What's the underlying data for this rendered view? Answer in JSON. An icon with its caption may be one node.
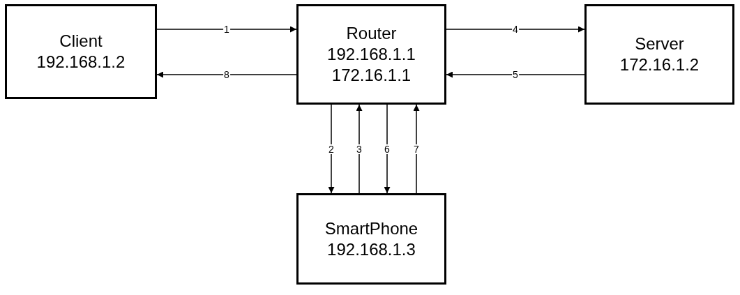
{
  "diagram": {
    "nodes": [
      {
        "text": [
          "Client",
          "192.168.1.2"
        ]
      },
      {
        "text": [
          "Router",
          "192.168.1.1",
          "172.16.1.1"
        ]
      },
      {
        "text": [
          "Server",
          "172.16.1.2"
        ]
      },
      {
        "text": [
          "SmartPhone",
          "192.168.1.3"
        ]
      }
    ],
    "edges": [
      {
        "from": 0,
        "to": 1,
        "arrow": "to",
        "label": "1"
      },
      {
        "from": 1,
        "to": 0,
        "arrow": "to",
        "label": "8"
      },
      {
        "from": 1,
        "to": 2,
        "arrow": "to",
        "label": "4"
      },
      {
        "from": 2,
        "to": 1,
        "arrow": "to",
        "label": "5"
      },
      {
        "from": 1,
        "to": 3,
        "arrow": "to",
        "label": "2"
      },
      {
        "from": 3,
        "to": 1,
        "arrow": "to",
        "label": "3"
      },
      {
        "from": 1,
        "to": 3,
        "arrow": "to",
        "label": "6"
      },
      {
        "from": 3,
        "to": 1,
        "arrow": "to",
        "label": "7"
      }
    ]
  }
}
